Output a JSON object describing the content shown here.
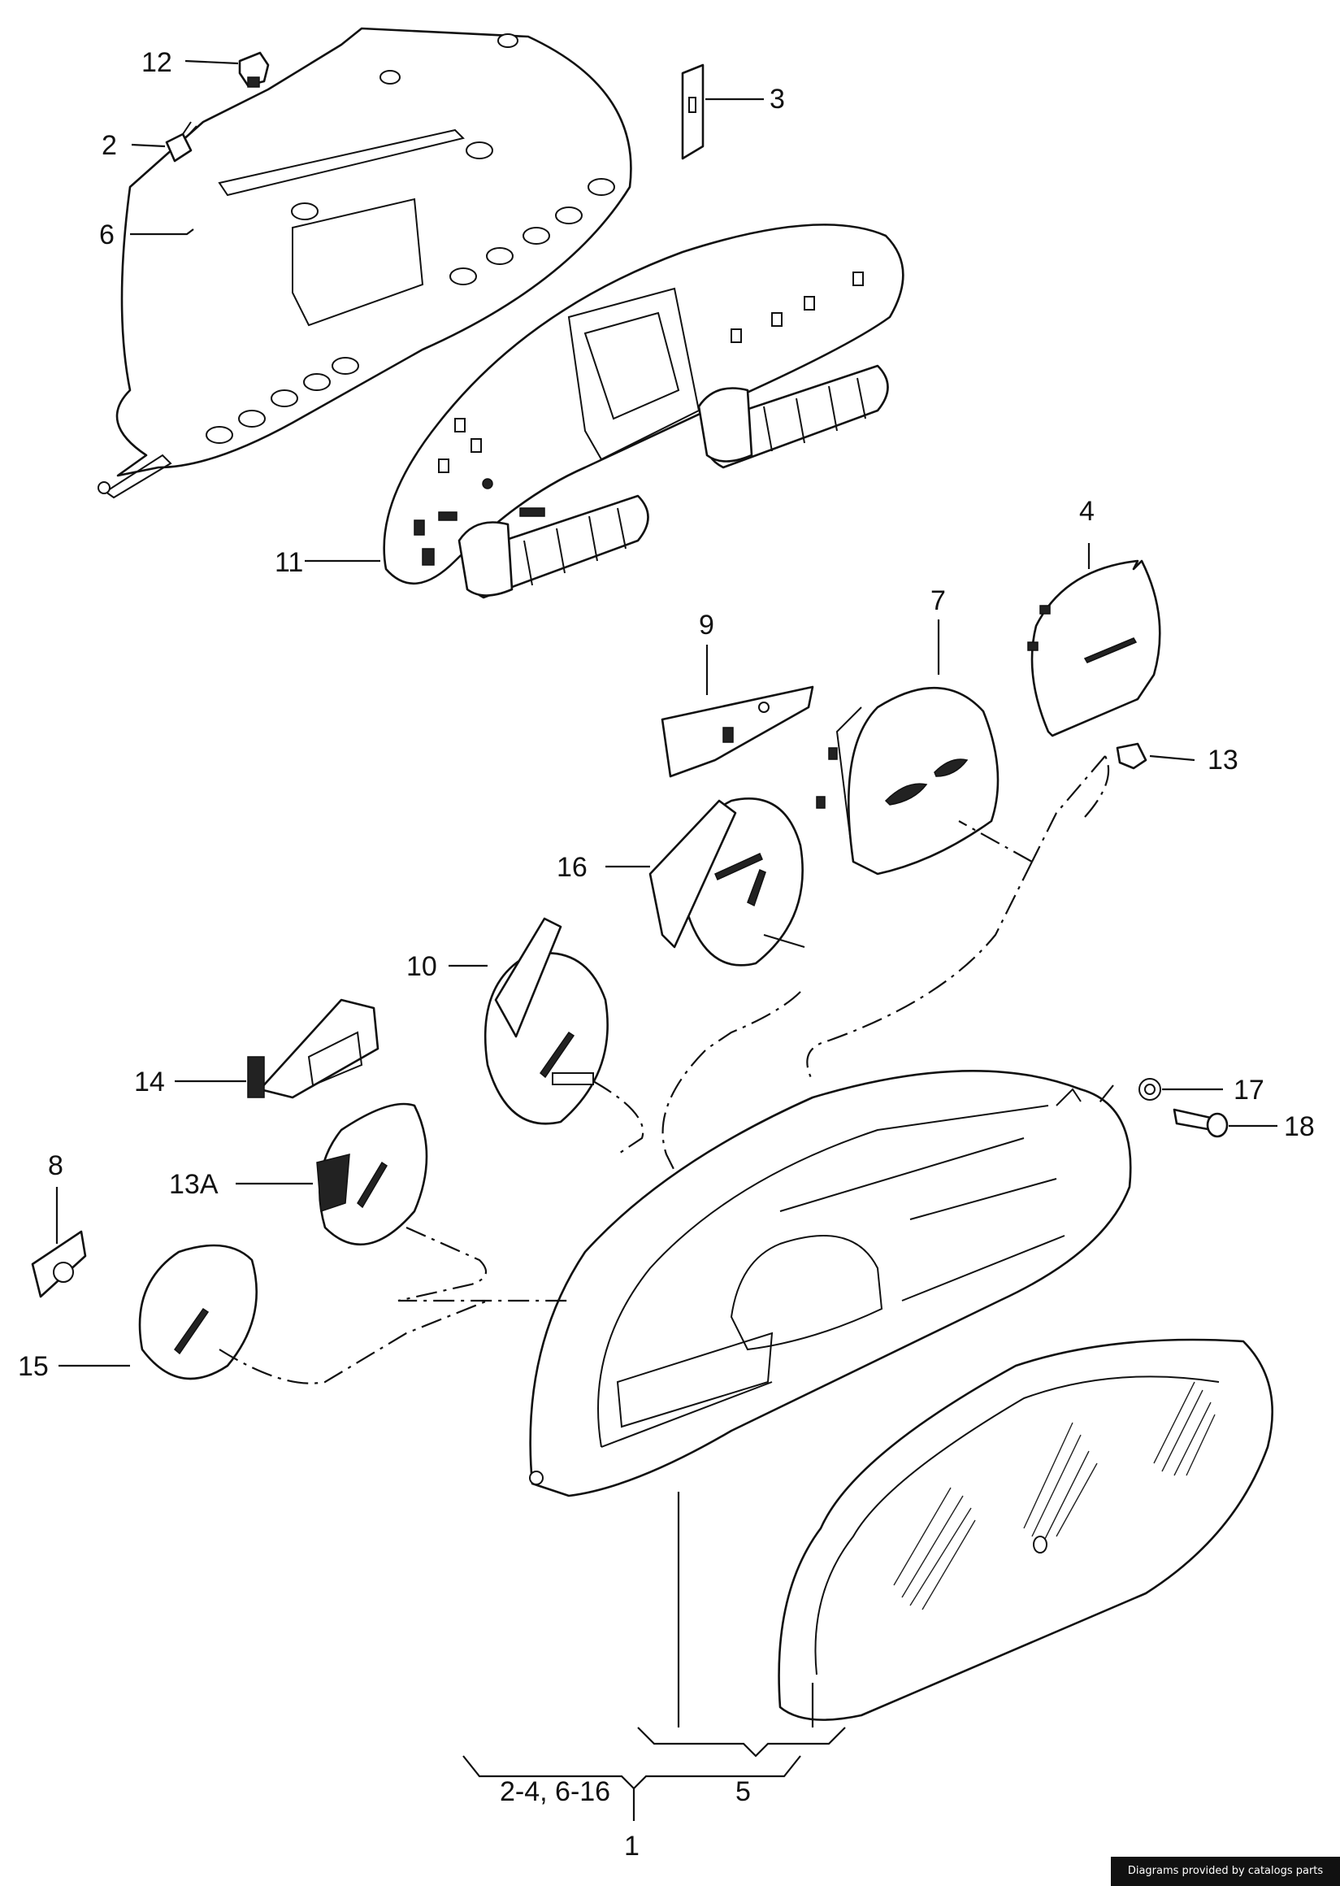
{
  "callouts": {
    "c12": "12",
    "c2": "2",
    "c3": "3",
    "c6": "6",
    "c11": "11",
    "c4": "4",
    "c9": "9",
    "c7": "7",
    "c13": "13",
    "c16": "16",
    "c10": "10",
    "c14": "14",
    "c17": "17",
    "c18": "18",
    "c8": "8",
    "c13a": "13A",
    "c15": "15",
    "c5": "5",
    "c_group": "2-4, 6-16",
    "c1": "1"
  },
  "credit": "Diagrams provided by catalogs parts"
}
